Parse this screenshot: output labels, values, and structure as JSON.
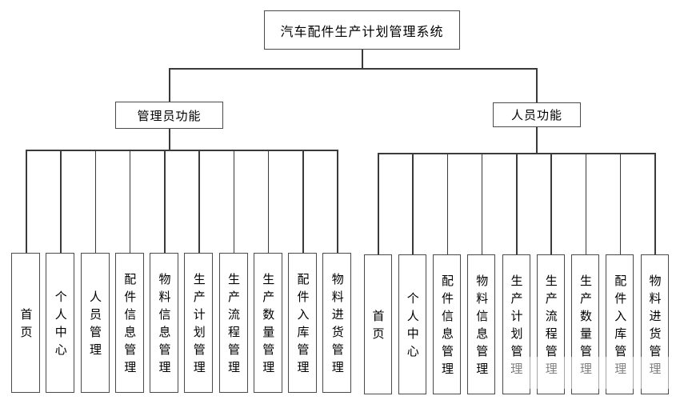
{
  "diagram": {
    "type": "hierarchy-tree",
    "line_color": "#3a3a3a",
    "box_border_color": "#4a4a4a",
    "root": {
      "label": "汽车配件生产计划管理系统"
    },
    "branches": [
      {
        "label": "管理员功能",
        "items": [
          {
            "label": "首页"
          },
          {
            "label": "个人中心"
          },
          {
            "label": "人员管理"
          },
          {
            "label": "配件信息管理"
          },
          {
            "label": "物料信息管理"
          },
          {
            "label": "生产计划管理"
          },
          {
            "label": "生产流程管理"
          },
          {
            "label": "生产数量管理"
          },
          {
            "label": "配件入库管理"
          },
          {
            "label": "物料进货管理"
          }
        ]
      },
      {
        "label": "人员功能",
        "items": [
          {
            "label": "首页"
          },
          {
            "label": "个人中心"
          },
          {
            "label": "配件信息管理"
          },
          {
            "label": "物料信息管理"
          },
          {
            "label": "生产计划管理"
          },
          {
            "label": "生产流程管理"
          },
          {
            "label": "生产数量管理"
          },
          {
            "label": "配件入库管理"
          },
          {
            "label": "物料进货管理"
          }
        ]
      }
    ]
  }
}
